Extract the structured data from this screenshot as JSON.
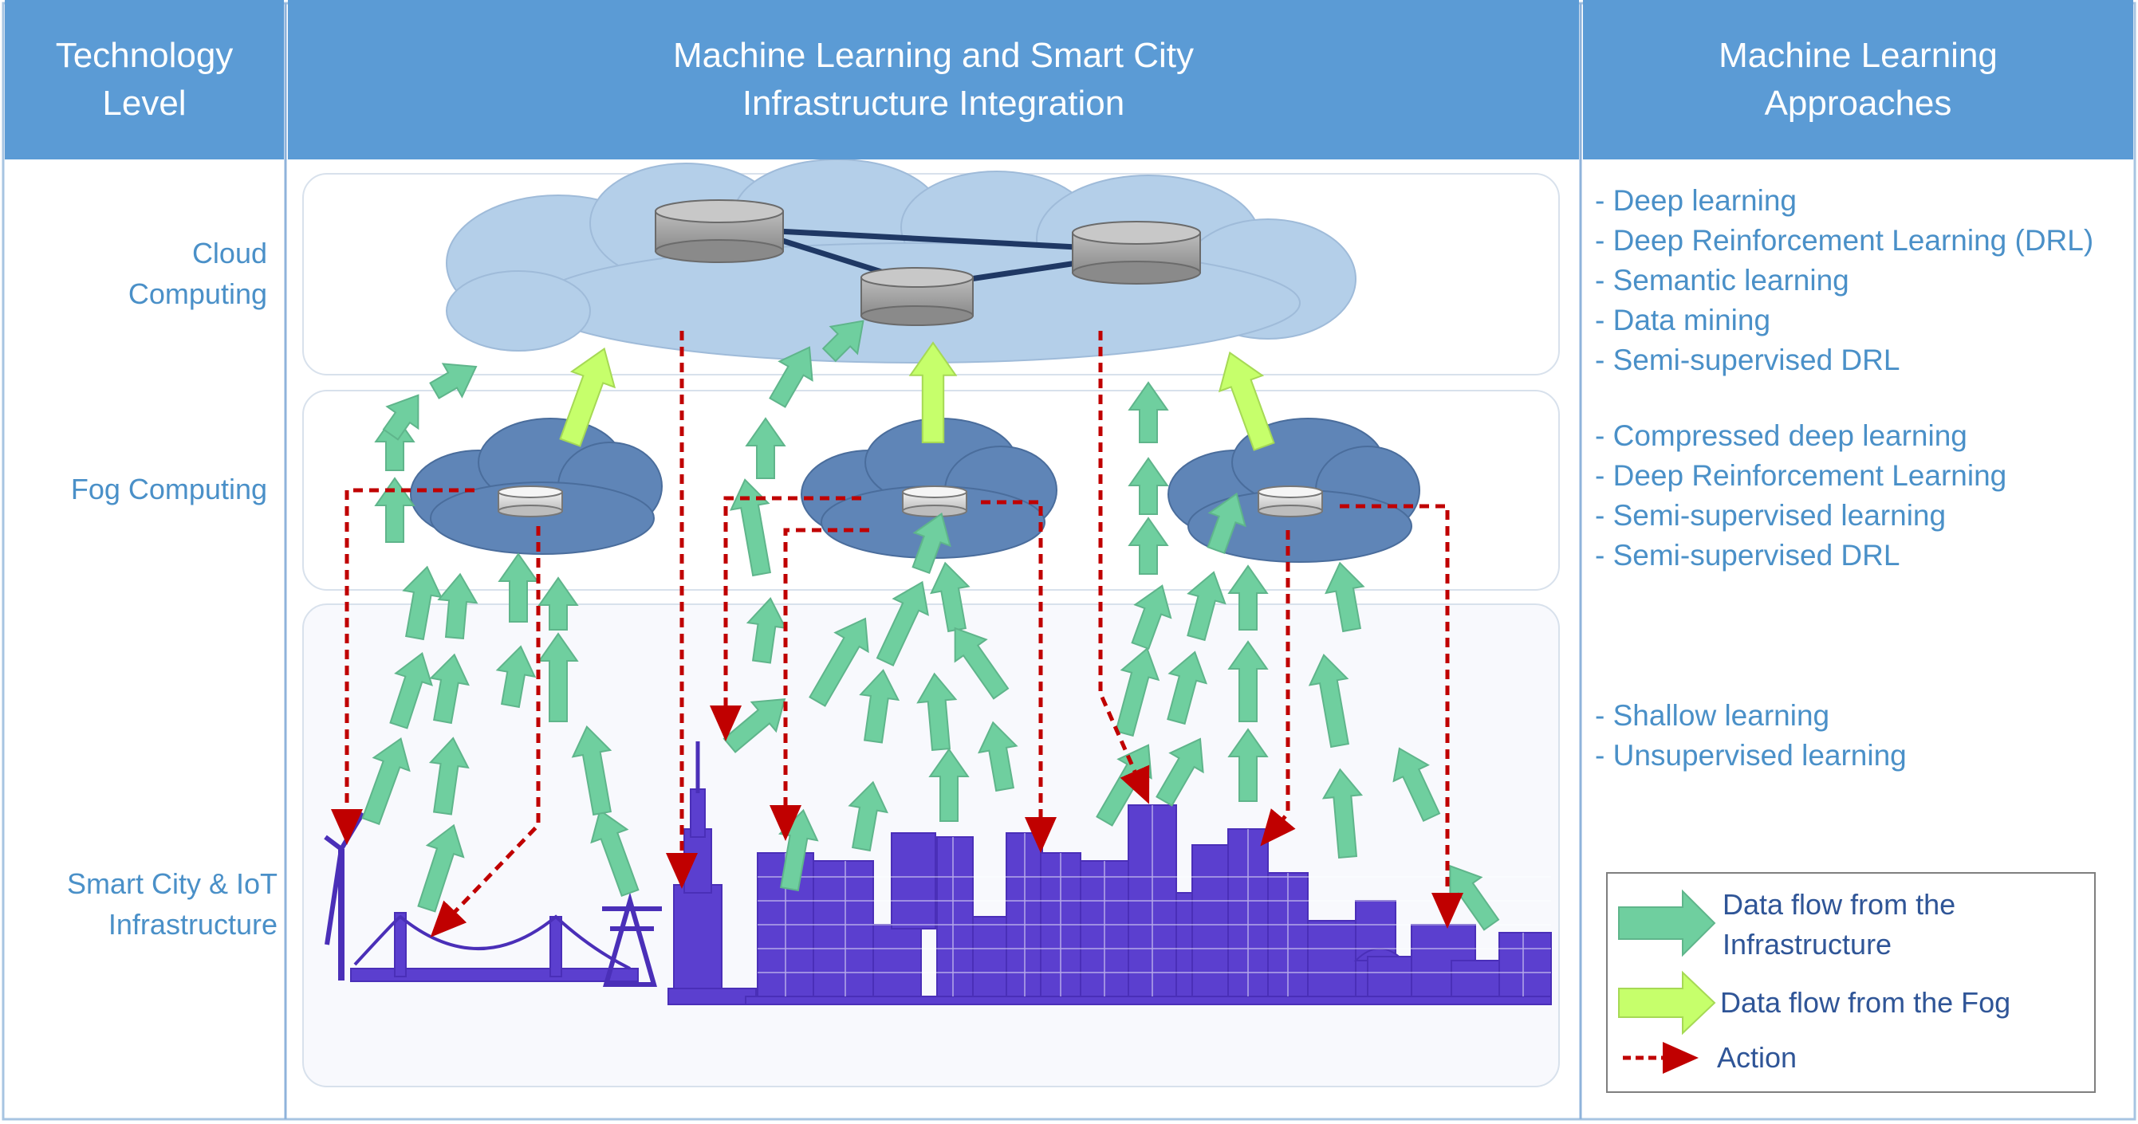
{
  "header": {
    "col1": [
      "Technology",
      "Level"
    ],
    "col2": [
      "Machine Learning and Smart City",
      "Infrastructure Integration"
    ],
    "col3": [
      "Machine Learning",
      "Approaches"
    ]
  },
  "levels": {
    "cloud": [
      "Cloud",
      "Computing"
    ],
    "fog": "Fog Computing",
    "infra": [
      "Smart City & IoT",
      "Infrastructure"
    ]
  },
  "approaches": {
    "cloud": [
      "- Deep learning",
      "- Deep Reinforcement Learning (DRL)",
      "- Semantic learning",
      "- Data mining",
      "- Semi-supervised DRL"
    ],
    "fog": [
      "- Compressed deep learning",
      "- Deep Reinforcement Learning",
      "- Semi-supervised learning",
      "- Semi-supervised DRL"
    ],
    "infra": [
      "- Shallow learning",
      "- Unsupervised learning"
    ]
  },
  "legend": {
    "infra_flow": [
      "Data flow from the",
      "Infrastructure"
    ],
    "fog_flow": "Data flow from the Fog",
    "action": "Action"
  },
  "colors": {
    "header_bg": "#5b9bd5",
    "infra_arrow": "#6fcf9f",
    "fog_arrow": "#c6ff6b",
    "action": "#c00000",
    "cloud_light": "#b4cfe9",
    "cloud_fog": "#5f85b7",
    "skyline": "#5b3fcf"
  }
}
